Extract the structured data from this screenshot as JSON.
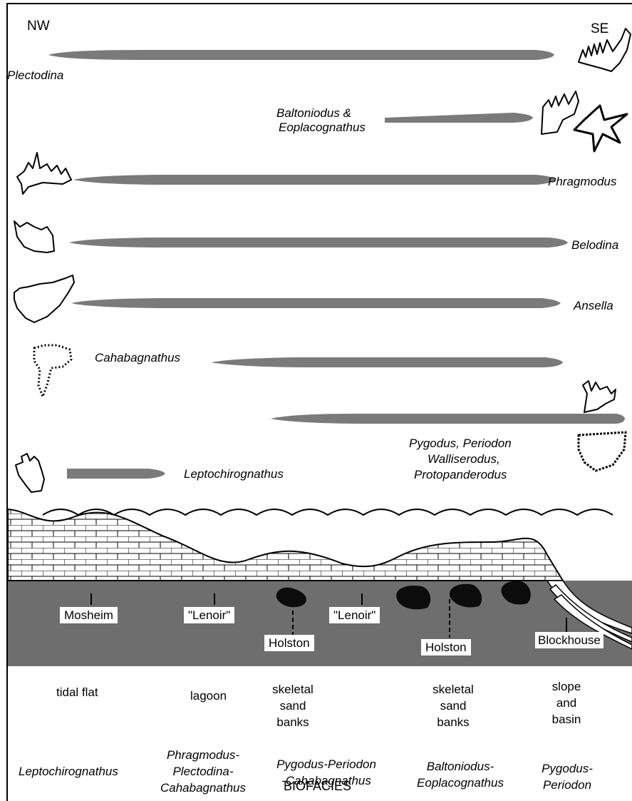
{
  "directions": {
    "left": "NW",
    "right": "SE"
  },
  "taxa": {
    "plectodina": "Plectodina",
    "baltoniodus_1": "Baltoniodus &",
    "baltoniodus_2": "Eoplacognathus",
    "phragmodus": "Phragmodus",
    "belodina": "Belodina",
    "ansella": "Ansella",
    "cahabagnathus": "Cahabagnathus",
    "pygodus_1": "Pygodus, Periodon",
    "pygodus_2": "Walliserodus,",
    "pygodus_3": "Protopanderodus",
    "leptochirognathus": "Leptochirognathus"
  },
  "formations": {
    "mosheim": "Mosheim",
    "lenoir_1": "\"Lenoir\"",
    "lenoir_2": "\"Lenoir\"",
    "holston_1": "Holston",
    "holston_2": "Holston",
    "blockhouse": "Blockhouse"
  },
  "environments": {
    "tidal_flat": "tidal flat",
    "lagoon": "lagoon",
    "skeletal_1_a": "skeletal",
    "skeletal_1_b": "sand",
    "skeletal_1_c": "banks",
    "skeletal_2_a": "skeletal",
    "skeletal_2_b": "sand",
    "skeletal_2_c": "banks",
    "slope_a": "slope",
    "slope_b": "and",
    "slope_c": "basin"
  },
  "biofacies": {
    "leptochirognathus": "Leptochirognathus",
    "phragmodus_a": "Phragmodus-",
    "phragmodus_b": "Plectodina-",
    "phragmodus_c": "Cahabagnathus",
    "pygodus_a": "Pygodus-Periodon",
    "pygodus_b": "-Cahabagnathus",
    "baltoniodus_a": "Baltoniodus-",
    "baltoniodus_b": "Eoplacognathus",
    "periodon_a": "Pygodus-",
    "periodon_b": "Periodon",
    "title": "BIOFACIES"
  },
  "colors": {
    "range_bar": "#7a7a7a",
    "substrate": "#6e6e6e",
    "mound": "#0c0c0c"
  }
}
